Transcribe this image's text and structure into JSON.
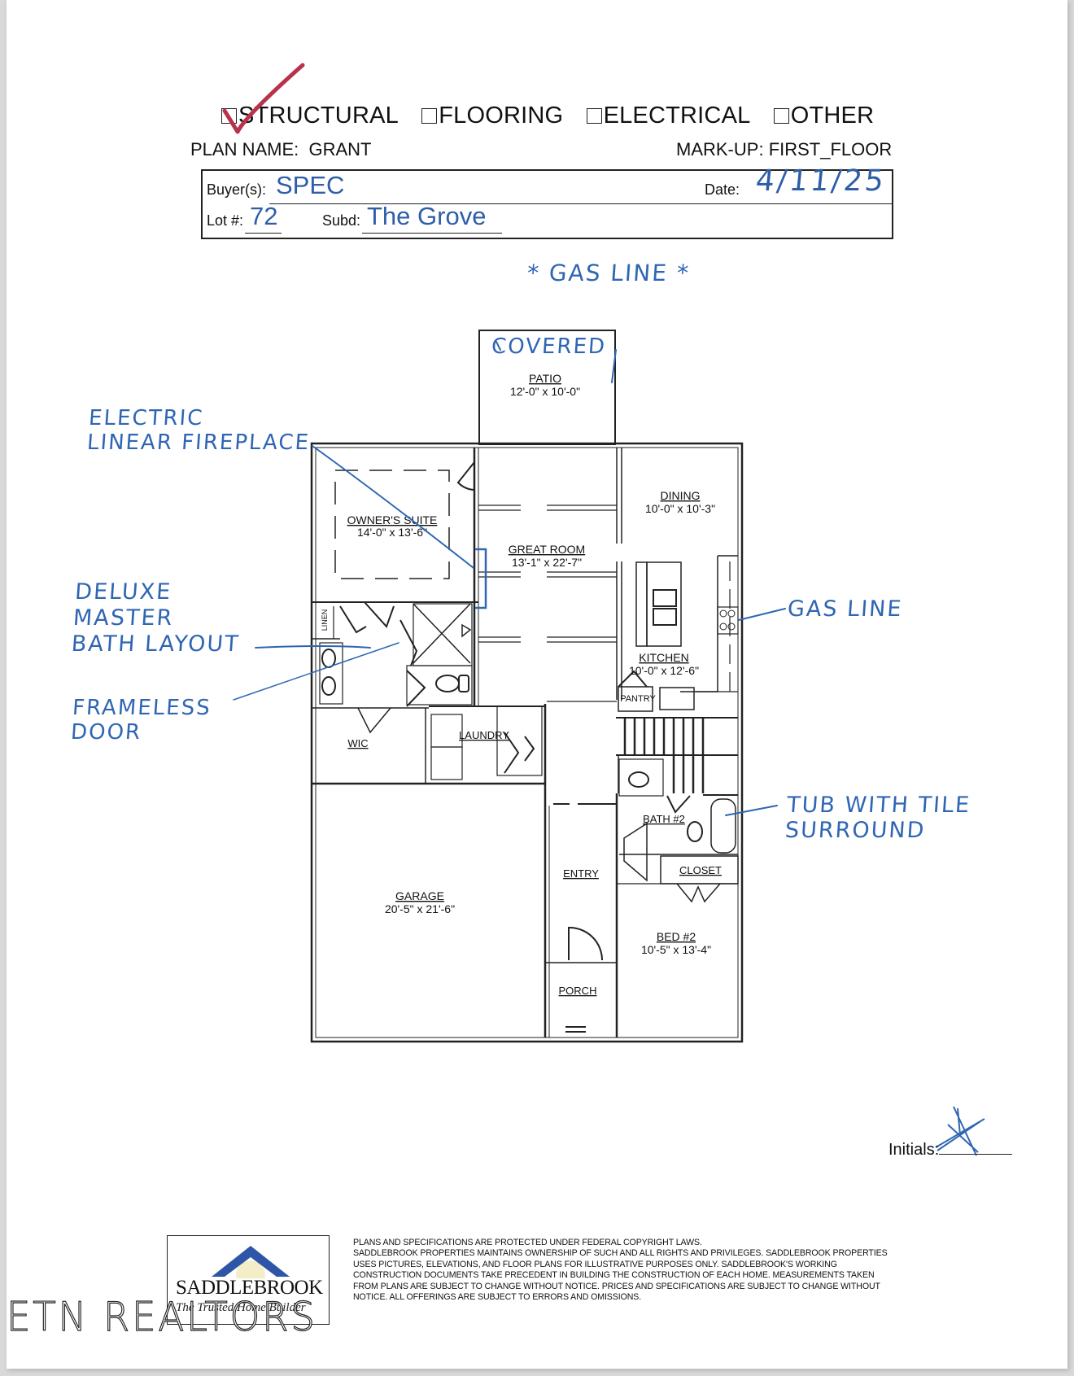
{
  "header": {
    "categories": [
      {
        "label": "STRUCTURAL",
        "checked": true
      },
      {
        "label": "FLOORING",
        "checked": false
      },
      {
        "label": "ELECTRICAL",
        "checked": false
      },
      {
        "label": "OTHER",
        "checked": false
      }
    ],
    "plan_name_label": "PLAN NAME:",
    "plan_name": "GRANT",
    "markup_label": "MARK-UP:",
    "markup": "FIRST_FLOOR"
  },
  "info": {
    "buyers_label": "Buyer(s):",
    "buyers": "SPEC",
    "date_label": "Date:",
    "date": "4/11/25",
    "lot_label": "Lot #:",
    "lot": "72",
    "subd_label": "Subd:",
    "subd": "The Grove"
  },
  "rooms": {
    "patio": {
      "name": "PATIO",
      "size": "12'-0\" x 10'-0\""
    },
    "owners_suite": {
      "name": "OWNER'S SUITE",
      "size": "14'-0\" x 13'-6\""
    },
    "great_room": {
      "name": "GREAT ROOM",
      "size": "13'-1\" x 22'-7\""
    },
    "dining": {
      "name": "DINING",
      "size": "10'-0\" x 10'-3\""
    },
    "kitchen": {
      "name": "KITCHEN",
      "size": "10'-0\" x 12'-6\""
    },
    "pantry": {
      "name": "PANTRY"
    },
    "linen": {
      "name": "LINEN"
    },
    "wic": {
      "name": "WIC"
    },
    "laundry": {
      "name": "LAUNDRY"
    },
    "bath2": {
      "name": "BATH #2"
    },
    "closet": {
      "name": "CLOSET"
    },
    "entry": {
      "name": "ENTRY"
    },
    "garage": {
      "name": "GARAGE",
      "size": "20'-5\" x 21'-6\""
    },
    "bed2": {
      "name": "BED #2",
      "size": "10'-5\" x 13'-4\""
    },
    "porch": {
      "name": "PORCH"
    }
  },
  "annotations": {
    "gas_line_top": "* GAS LINE *",
    "covered": "COVERED",
    "fireplace": "ELECTRIC\nLINEAR FIREPLACE",
    "master_bath": "DELUXE\nMASTER\nBATH LAYOUT",
    "frameless_door": "FRAMELESS\nDOOR",
    "gas_line_kitchen": "GAS LINE",
    "tub": "TUB WITH TILE\nSURROUND"
  },
  "signoff": {
    "initials_label": "Initials:"
  },
  "footer": {
    "logo_name": "SADDLEBROOK",
    "logo_tagline": "The Trusted Home Builder",
    "watermark": "ETN REALTORS",
    "disclaimer": [
      "Plans and specifications are protected under federal copyright laws.",
      "Saddlebrook Properties maintains ownership of such and all rights and privileges. Saddlebrook Properties",
      "uses pictures, elevations, and floor plans for illustrative purposes only.  Saddlebrook's working",
      "construction documents take precedent in building the construction of each home.  Measurements taken",
      "from plans are subject to change without notice.  Prices and specifications are subject to change without",
      "notice.  All offerings are subject to errors and omissions."
    ]
  },
  "colors": {
    "ink_blue": "#2f66b3",
    "check_red": "#b8324a",
    "line_black": "#222222"
  }
}
